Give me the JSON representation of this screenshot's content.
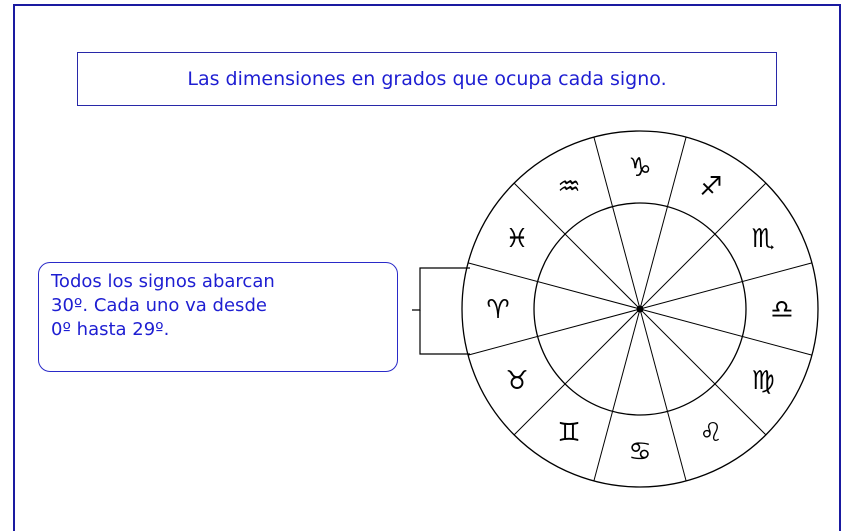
{
  "title": "Las dimensiones en grados que ocupa cada signo.",
  "note": {
    "line1": "Todos los signos abarcan",
    "line2": "30º. Cada uno va desde",
    "line3": "0º hasta 29º."
  },
  "signs": [
    {
      "name": "aries",
      "glyph": "♈"
    },
    {
      "name": "pisces",
      "glyph": "♓"
    },
    {
      "name": "aquarius",
      "glyph": "♒"
    },
    {
      "name": "capricorn",
      "glyph": "♑"
    },
    {
      "name": "sagittarius",
      "glyph": "♐"
    },
    {
      "name": "scorpio-top",
      "glyph": "♏"
    },
    {
      "name": "libra",
      "glyph": "♎"
    },
    {
      "name": "virgo",
      "glyph": "♍"
    },
    {
      "name": "leo",
      "glyph": "♌"
    },
    {
      "name": "cancer",
      "glyph": "♋"
    },
    {
      "name": "gemini",
      "glyph": "♊"
    },
    {
      "name": "taurus",
      "glyph": "♉"
    }
  ],
  "colors": {
    "frame": "#1a1aa0",
    "text": "#1e1ed2",
    "wheel": "#000000"
  }
}
